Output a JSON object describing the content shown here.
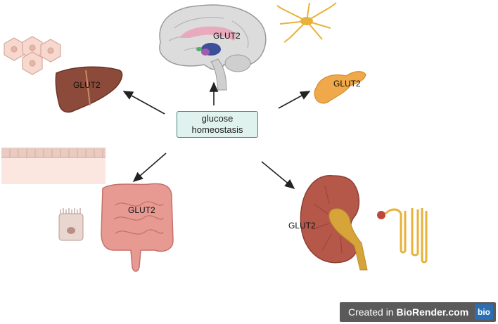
{
  "center": {
    "line1": "glucose",
    "line2": "homeostasis"
  },
  "labels": {
    "brain": "GLUT2",
    "liver": "GLUT2",
    "pancreas": "GLUT2",
    "intestine": "GLUT2",
    "kidney": "GLUT2"
  },
  "badge": {
    "prefix": "Created in ",
    "brand": "BioRender.com",
    "logo": "bio"
  },
  "icons": [
    "brain-icon",
    "neuron-icon",
    "hepatocytes-icon",
    "liver-icon",
    "pancreas-icon",
    "epithelium-icon",
    "intestine-icon",
    "enterocyte-icon",
    "kidney-icon",
    "nephron-icon"
  ],
  "colors": {
    "box_fill": "#dff2ed",
    "box_border": "#3f8a7a",
    "liver": "#8b4a3a",
    "pancreas": "#f0a94a",
    "intestine": "#e79a92",
    "kidney": "#b5584a",
    "neuron": "#e8b23a",
    "badge": "#5a5a5a"
  }
}
